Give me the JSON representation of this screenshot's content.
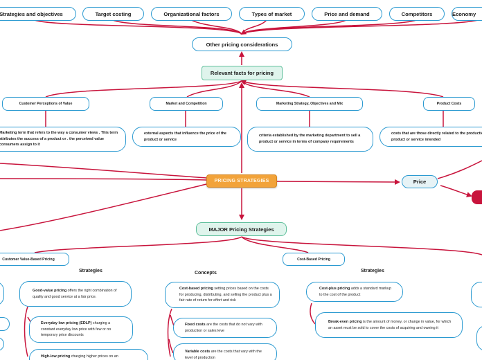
{
  "colors": {
    "connector": "#c8143c",
    "node_border": "#2b9ad1",
    "central_fill": "#f2a33a",
    "green_fill": "#dff4ec"
  },
  "factors": {
    "strategies_objectives": "Strategies and objectives",
    "target_costing": "Target costing",
    "organizational_factors": "Organizational factors",
    "types_of_market": "Types of market",
    "price_and_demand": "Price and demand",
    "competitors": "Competitors",
    "economy": "Economy"
  },
  "other_pricing": "Other pricing considerations",
  "relevant_facts": "Relevant facts for pricing",
  "relevant_children": {
    "customer_perceptions": {
      "label": "Customer Perceptions of Value",
      "desc": "Marketing term that refers to the way a consumer views . This term attributes the success of a product or . the perceived value consumers assign to it"
    },
    "market_competition": {
      "label": "Market and Competition",
      "desc": "external aspects that influence the price of the product or service"
    },
    "marketing_strategy": {
      "label": "Marketing Strategy, Objectives and Mix",
      "desc": "criteria established by the marketing department to sell a product or service in terms of company requirements"
    },
    "product_costs": {
      "label": "Product Costs",
      "desc": "costs that are those directly related to the production of a product or service intended"
    }
  },
  "central": "PRICING STRATEGIES",
  "price": "Price",
  "major": "MAJOR Pricing Strategies",
  "customer_value_based": {
    "label": "Customer Value-Based Pricing",
    "strategies_heading": "Strategies",
    "good_value": {
      "term": "Good-value pricing",
      "text": " offers the right combination of quality and good service at a fair price."
    },
    "edlp": {
      "term": "Everyday low pricing (EDLP)",
      "text": " charging a constant everyday low price with few or no temporary price  discounts"
    },
    "high_low": {
      "term": "High-low pricing",
      "text": " charging higher prices on an"
    }
  },
  "cost_based": {
    "label": "Cost-Based Pricing",
    "concepts_heading": "Concepts",
    "strategies_heading": "Strategies",
    "cost_based_def": {
      "term": "Cost-based pricing",
      "text": " setting prices based on the costs for producing, distributing, and selling the product plus a fair rate of return for effort and risk"
    },
    "fixed_costs": {
      "term": "Fixed costs",
      "text": " are the costs that do not vary with production or sales leve"
    },
    "variable_costs": {
      "term": "Variable costs",
      "text": " are the costs that vary with the level of production"
    },
    "cost_plus": {
      "term": "Cost-plus pricing",
      "text": " adds a standard markup to the cost of the product"
    },
    "break_even": {
      "term": "Break-even pricing",
      "text": " is the amount of money, or change in value, for which an asset must be sold to cover the costs of acquiring and owning it"
    }
  }
}
